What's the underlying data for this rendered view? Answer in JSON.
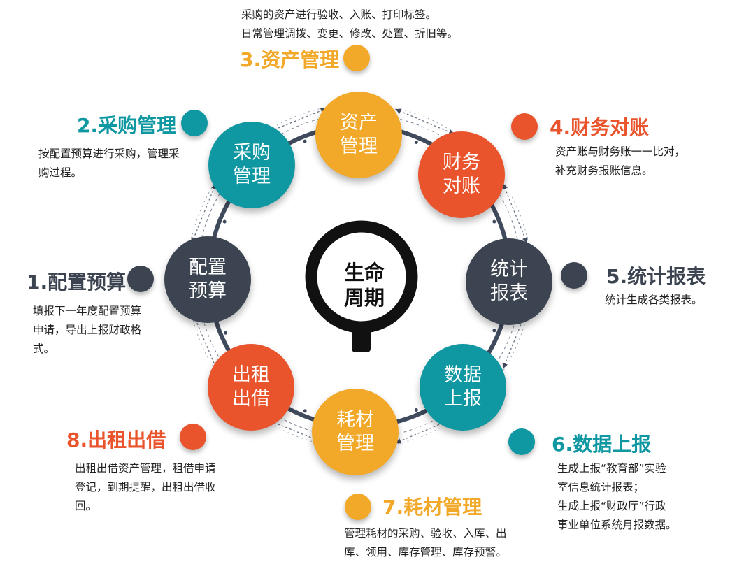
{
  "colors": {
    "slate": "#3b4450",
    "teal": "#0f97a2",
    "yellow": "#f2a929",
    "orange": "#e9542c",
    "ring": "#3f4a5c",
    "center": "#111111"
  },
  "center": {
    "line1": "生命",
    "line2": "周期"
  },
  "nodes": {
    "budget": {
      "label": "配置预算"
    },
    "purchase": {
      "label": "采购管理"
    },
    "asset": {
      "label": "资产管理"
    },
    "finance": {
      "label": "财务对账"
    },
    "report": {
      "label": "统计报表"
    },
    "upload": {
      "label": "数据上报"
    },
    "material": {
      "label": "耗材管理"
    },
    "lease": {
      "label": "出租出借"
    }
  },
  "stages": {
    "budget": {
      "title": "1.配置预算",
      "desc_lines": [
        "填报下一年度配置预算",
        "申请，导出上报财政格",
        "式。"
      ]
    },
    "purchase": {
      "title": "2.采购管理",
      "desc_lines": [
        "按配置预算进行采购，管理采",
        "购过程。"
      ]
    },
    "asset": {
      "title": "3.资产管理",
      "desc_lines": [
        "采购的资产进行验收、入账、打印标签。",
        "日常管理调拨、变更、修改、处置、折旧等。"
      ]
    },
    "finance": {
      "title": "4.财务对账",
      "desc_lines": [
        "资产账与财务账一一比对，",
        "补充财务报账信息。"
      ]
    },
    "report": {
      "title": "5.统计报表",
      "desc_lines": [
        "统计生成各类报表。"
      ]
    },
    "upload": {
      "title": "6.数据上报",
      "desc_lines": [
        "生成上报“教育部”实验",
        "室信息统计报表；",
        "生成上报“财政厅”行政",
        "事业单位系统月报数据。"
      ]
    },
    "material": {
      "title": "7.耗材管理",
      "desc_lines": [
        "管理耗材的采购、验收、入库、出",
        "库、领用、库存管理、库存预警。"
      ]
    },
    "lease": {
      "title": "8.出租出借",
      "desc_lines": [
        "出租出借资产管理，租借申请",
        "登记，到期提醒，出租出借收",
        "回。"
      ]
    }
  }
}
